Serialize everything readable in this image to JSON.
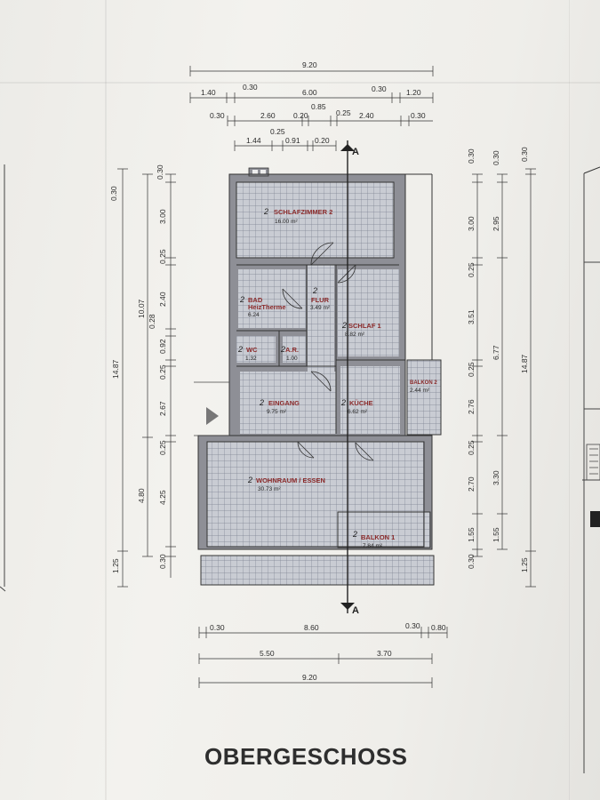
{
  "title": "OBERGESCHOSS",
  "section_marker": "A",
  "rooms": [
    {
      "name": "SCHLAFZIMMER 2",
      "area": "16.00 m²",
      "num": "2"
    },
    {
      "name": "BAD",
      "sub": "HeizTherme",
      "area": "6.24",
      "num": "2"
    },
    {
      "name": "FLUR",
      "area": "3.49 m²",
      "num": "2"
    },
    {
      "name": "SCHLAF 1",
      "area": "8.82 m²",
      "num": "2"
    },
    {
      "name": "WC",
      "area": "1.32",
      "num": "2"
    },
    {
      "name": "A.R.",
      "area": "1.00",
      "num": "2"
    },
    {
      "name": "BALKON 2",
      "area": "2.44 m²"
    },
    {
      "name": "EINGANG",
      "area": "9.75 m²",
      "num": "2"
    },
    {
      "name": "KÜCHE",
      "area": "6.62 m²",
      "num": "2"
    },
    {
      "name": "WOHNRAUM / ESSEN",
      "area": "30.73 m²",
      "num": "2"
    },
    {
      "name": "BALKON 1",
      "area": "7.84 m²",
      "num": "2"
    }
  ],
  "dims_top": {
    "row1": [
      "9.20"
    ],
    "row2": [
      "1.40",
      "0.30",
      "6.00",
      "0.30",
      "1.20"
    ],
    "row3": [
      "0.30",
      "2.60",
      "0.20",
      "0.85",
      "0.25",
      "2.40",
      "0.30"
    ],
    "row4": [
      "0.25"
    ],
    "row5": [
      "1.44",
      "0.91",
      "0.20"
    ]
  },
  "dims_bottom": {
    "row1": [
      "0.30",
      "8.60",
      "0.30",
      "0.80"
    ],
    "row2": [
      "5.50",
      "3.70"
    ],
    "row3": [
      "9.20"
    ]
  },
  "dims_left": {
    "outer": [
      "14.87",
      "10.07",
      "4.80",
      "1.25"
    ],
    "inner": [
      "0.30",
      "3.00",
      "0.25",
      "2.40",
      "0.28",
      "0.92",
      "0.25",
      "2.67",
      "0.25",
      "4.25",
      "0.30",
      "0.30"
    ]
  },
  "dims_right": {
    "inner": [
      "0.30",
      "3.00",
      "0.25",
      "3.51",
      "0.25",
      "2.76",
      "0.25",
      "2.70",
      "1.55",
      "0.30"
    ],
    "middle": [
      "0.30",
      "2.95",
      "6.77",
      "3.30",
      "1.55"
    ],
    "outer": [
      "0.30",
      "14.87",
      "1.25"
    ]
  }
}
